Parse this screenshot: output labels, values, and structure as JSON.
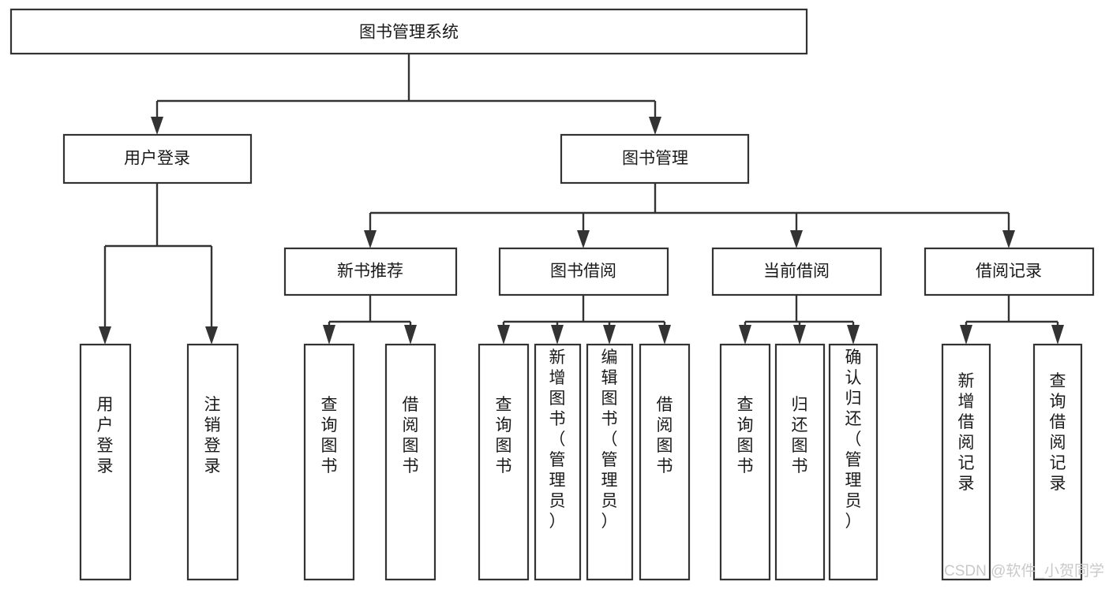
{
  "diagram": {
    "type": "tree",
    "title": "图书管理系统",
    "background_color": "#ffffff",
    "line_color": "#333333",
    "text_color": "#1a1a1a",
    "root": {
      "label": "图书管理系统",
      "orientation": "horizontal"
    },
    "level1": [
      {
        "label": "用户登录",
        "orientation": "horizontal"
      },
      {
        "label": "图书管理",
        "orientation": "horizontal"
      }
    ],
    "level2": [
      {
        "label": "新书推荐",
        "orientation": "horizontal",
        "parent": "图书管理"
      },
      {
        "label": "图书借阅",
        "orientation": "horizontal",
        "parent": "图书管理"
      },
      {
        "label": "当前借阅",
        "orientation": "horizontal",
        "parent": "图书管理"
      },
      {
        "label": "借阅记录",
        "orientation": "horizontal",
        "parent": "图书管理"
      }
    ],
    "leaves": {
      "user_login": [
        {
          "label": "用户登录",
          "orientation": "vertical"
        },
        {
          "label": "注销登录",
          "orientation": "vertical"
        }
      ],
      "new_book": [
        {
          "label": "查询图书",
          "orientation": "vertical"
        },
        {
          "label": "借阅图书",
          "orientation": "vertical"
        }
      ],
      "book_borrow": [
        {
          "label": "查询图书",
          "orientation": "vertical"
        },
        {
          "label": "新增图书（管理员）",
          "orientation": "vertical"
        },
        {
          "label": "编辑图书（管理员）",
          "orientation": "vertical"
        },
        {
          "label": "借阅图书",
          "orientation": "vertical"
        }
      ],
      "current_borrow": [
        {
          "label": "查询图书",
          "orientation": "vertical"
        },
        {
          "label": "归还图书",
          "orientation": "vertical"
        },
        {
          "label": "确认归还（管理员）",
          "orientation": "vertical"
        }
      ],
      "borrow_record": [
        {
          "label": "新增借阅记录",
          "orientation": "vertical"
        },
        {
          "label": "查询借阅记录",
          "orientation": "vertical"
        }
      ]
    }
  },
  "watermark": {
    "text": "CSDN @软件_小贺同学",
    "color": "#c9c9c9"
  }
}
